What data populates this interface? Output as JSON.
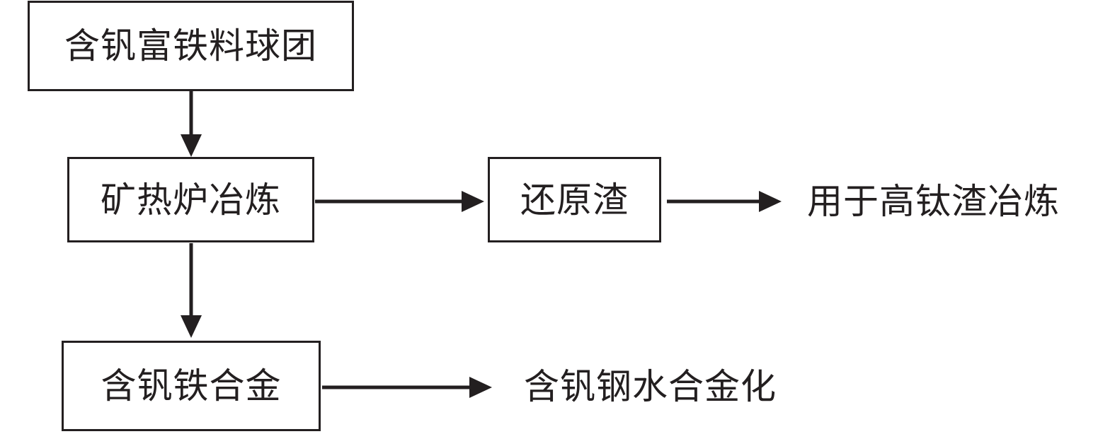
{
  "nodes": {
    "pellet": "含钒富铁料球团",
    "smelting": "矿热炉冶炼",
    "slag": "还原渣",
    "alloy": "含钒铁合金"
  },
  "outputs": {
    "slag_use": "用于高钛渣冶炼",
    "alloy_use": "含钒钢水合金化"
  },
  "colors": {
    "stroke": "#231f20",
    "background": "#ffffff"
  }
}
